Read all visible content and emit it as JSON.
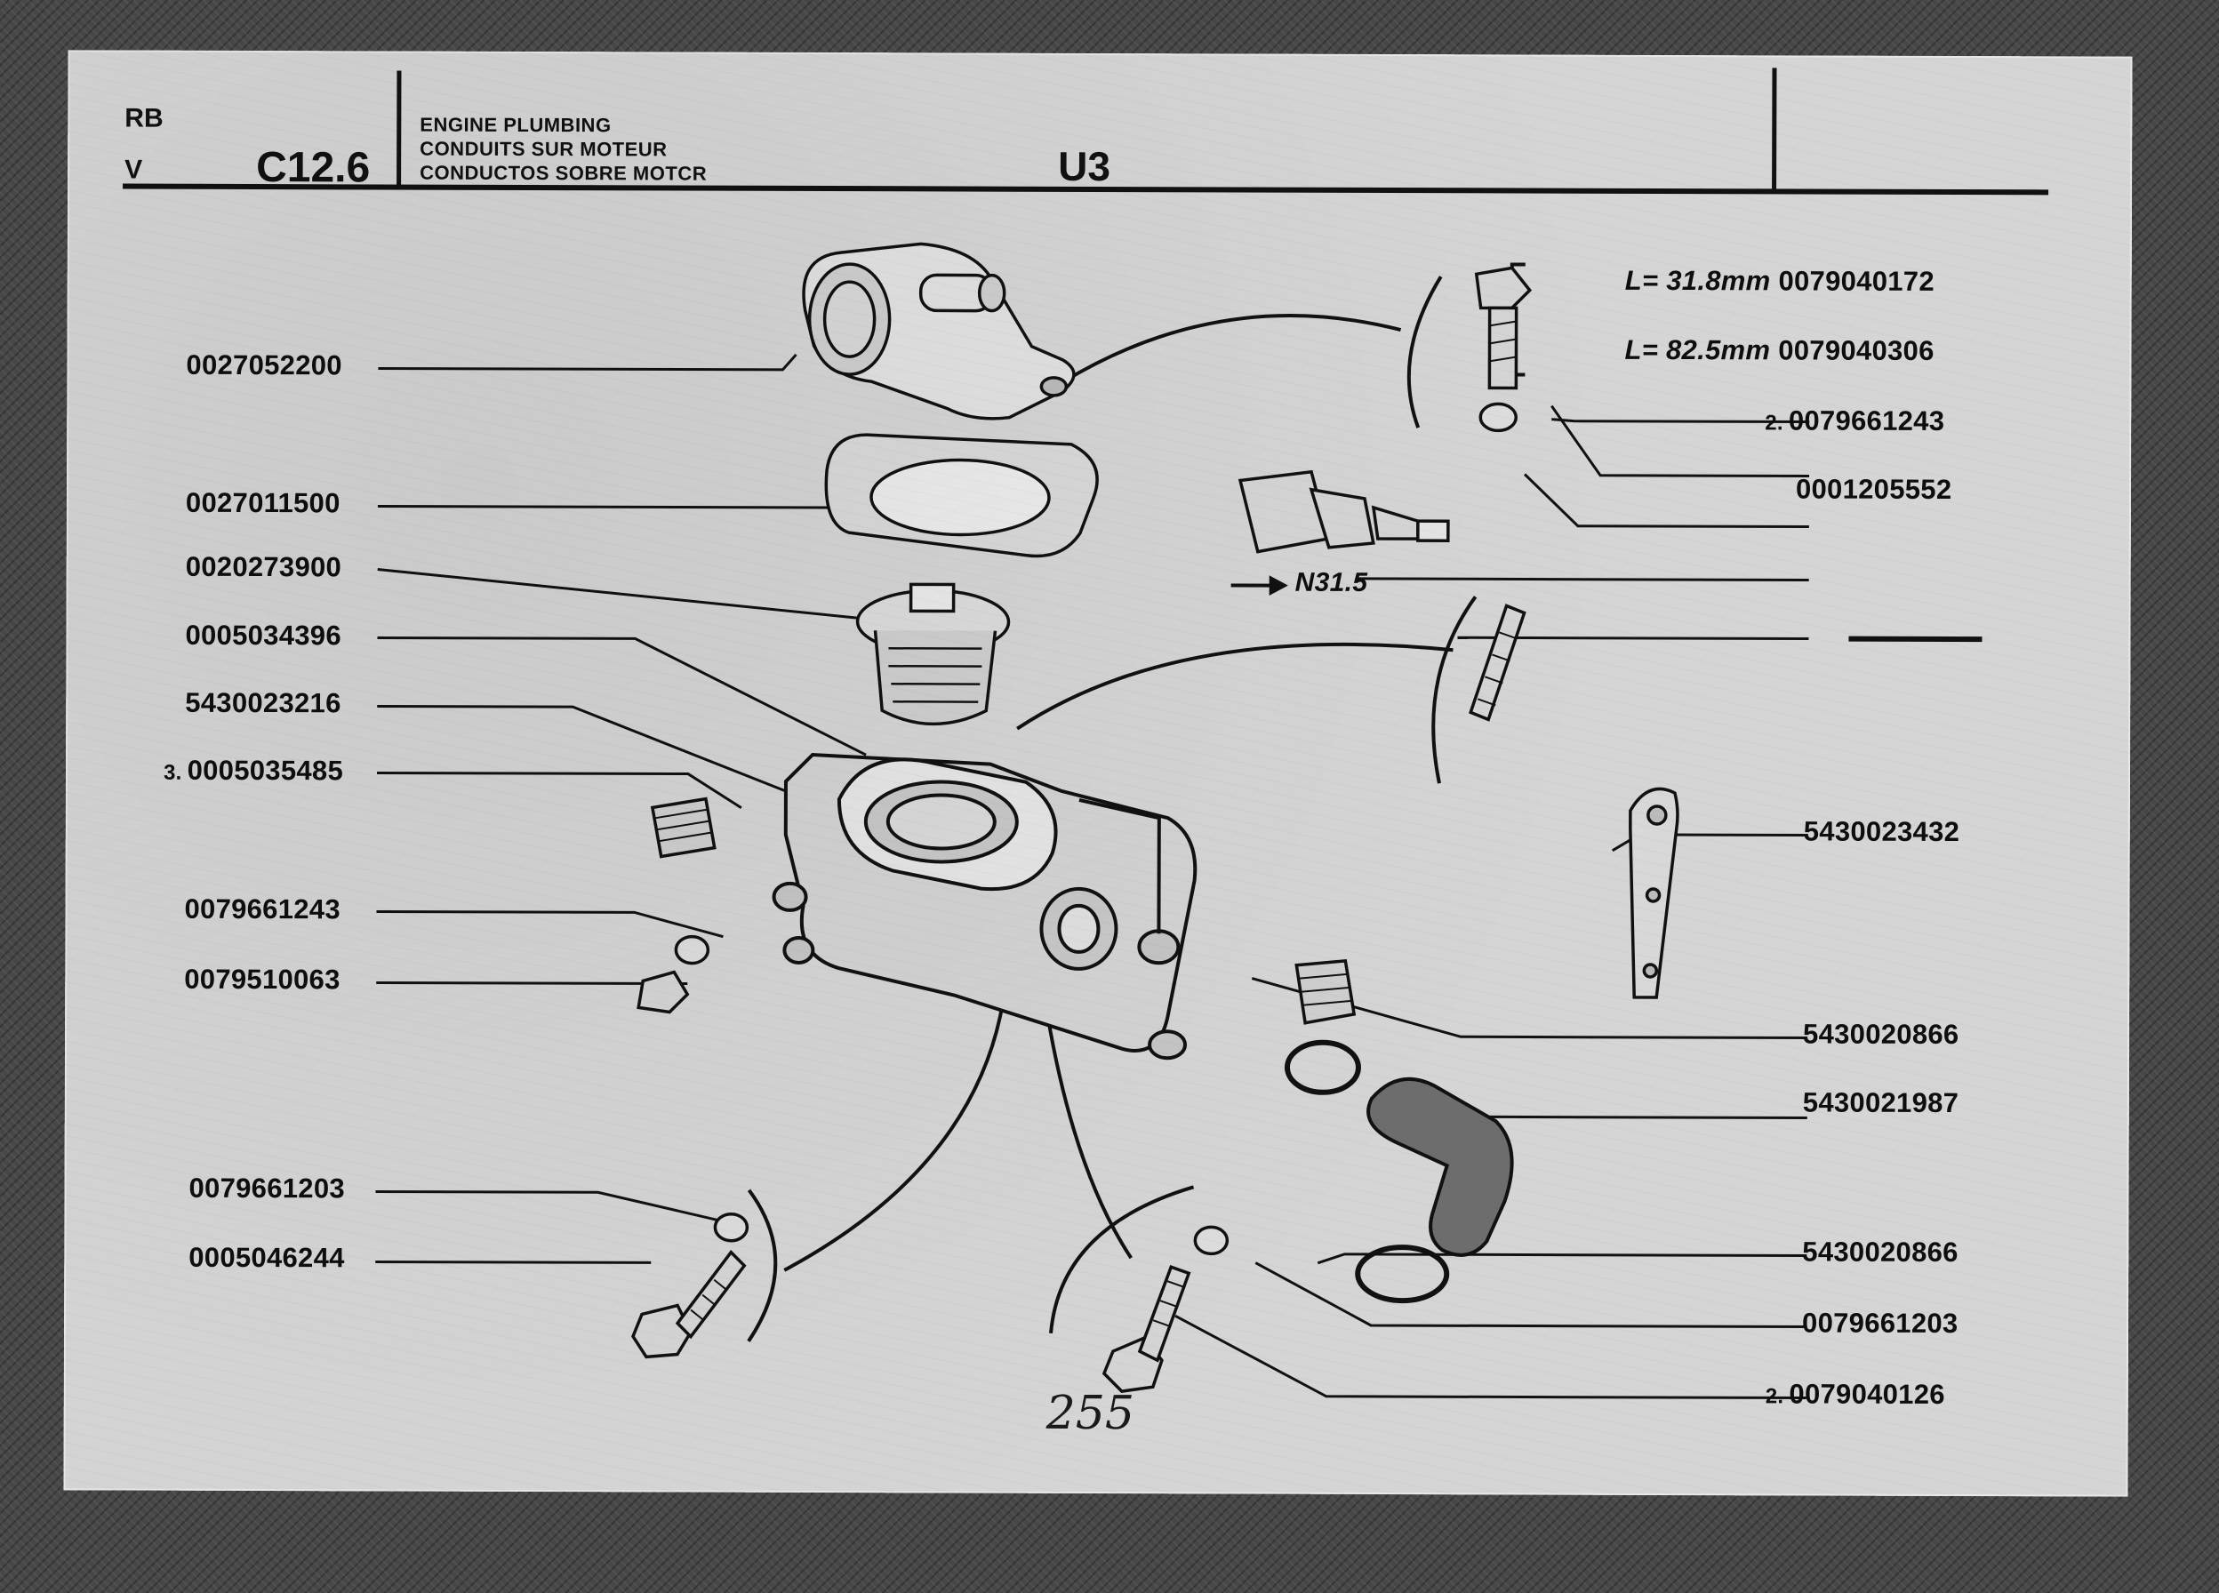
{
  "header": {
    "code_line_1": "RB",
    "code_line_2": "V",
    "sheet_code": "C12.6",
    "title_en": "ENGINE PLUMBING",
    "title_fr": "CONDUITS SUR MOTEUR",
    "title_es": "CONDUCTOS SOBRE MOTCR",
    "model_code": "U3"
  },
  "callouts_left": [
    {
      "qty": "",
      "part": "0027052200"
    },
    {
      "qty": "",
      "part": "0027011500"
    },
    {
      "qty": "",
      "part": "0020273900"
    },
    {
      "qty": "",
      "part": "0005034396"
    },
    {
      "qty": "",
      "part": "5430023216"
    },
    {
      "qty": "3.",
      "part": "0005035485"
    },
    {
      "qty": "",
      "part": "0079661243"
    },
    {
      "qty": "",
      "part": "0079510063"
    },
    {
      "qty": "",
      "part": "0079661203"
    },
    {
      "qty": "",
      "part": "0005046244"
    }
  ],
  "callouts_right": [
    {
      "qty": "",
      "length": "L= 31.8mm",
      "part": "0079040172"
    },
    {
      "qty": "",
      "length": "L= 82.5mm",
      "part": "0079040306"
    },
    {
      "qty": "2.",
      "part": "0079661243"
    },
    {
      "qty": "",
      "part": "0001205552"
    },
    {
      "qty": "",
      "part": "5430023432"
    },
    {
      "qty": "",
      "part": "5430020866"
    },
    {
      "qty": "",
      "part": "5430021987"
    },
    {
      "qty": "",
      "part": "5430020866"
    },
    {
      "qty": "",
      "part": "0079661203"
    },
    {
      "qty": "2.",
      "part": "0079040126"
    }
  ],
  "reference": "N31.5",
  "page_number": "255",
  "colors": {
    "paper": "#d5d5d5",
    "ink": "#111111",
    "background": "#474747"
  }
}
